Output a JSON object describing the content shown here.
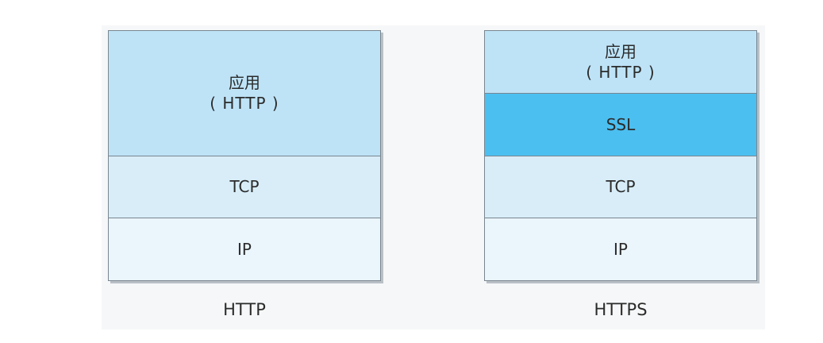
{
  "left_stack": {
    "app_line1": "应用",
    "app_line2": "( HTTP )",
    "tcp": "TCP",
    "ip": "IP",
    "caption": "HTTP"
  },
  "right_stack": {
    "app_line1": "应用",
    "app_line2": "( HTTP )",
    "ssl": "SSL",
    "tcp": "TCP",
    "ip": "IP",
    "caption": "HTTPS"
  },
  "colors": {
    "application": "#bee3f7",
    "ssl": "#4bbff0",
    "tcp": "#d8edf8",
    "ip": "#eaf5fc",
    "border": "#7a8690"
  }
}
